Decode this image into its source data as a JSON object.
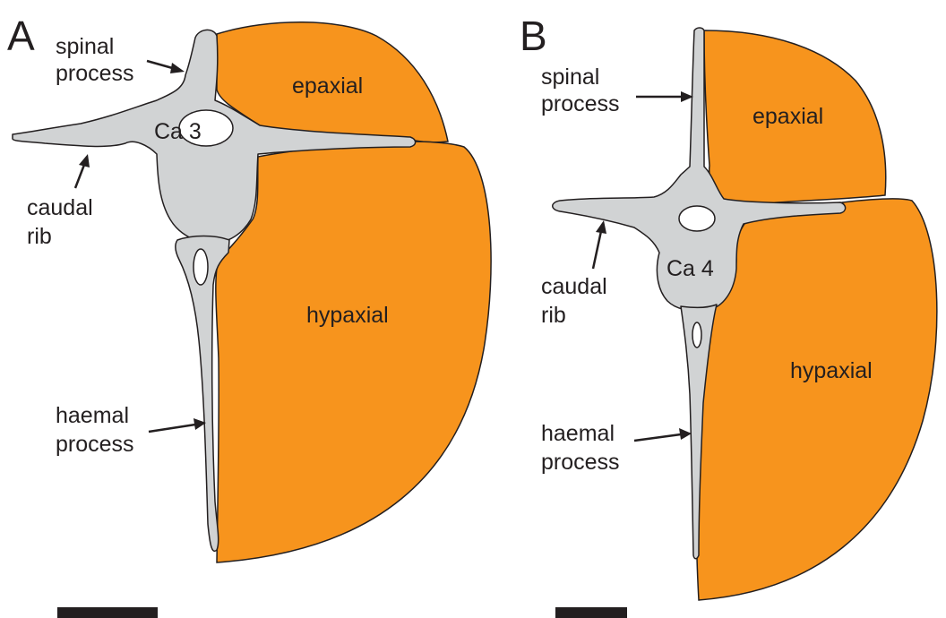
{
  "colors": {
    "muscle": "#f7941d",
    "bone": "#d1d3d4",
    "outline": "#231f20",
    "scale_bar": "#231f20"
  },
  "panels": [
    {
      "letter": "A",
      "vertebra": "Ca 3",
      "labels": {
        "spinal_process": [
          "spinal",
          "process"
        ],
        "caudal_rib": [
          "caudal",
          "rib"
        ],
        "haemal_process": [
          "haemal",
          "process"
        ],
        "epaxial": "epaxial",
        "hypaxial": "hypaxial"
      }
    },
    {
      "letter": "B",
      "vertebra": "Ca 4",
      "labels": {
        "spinal_process": [
          "spinal",
          "process"
        ],
        "caudal_rib": [
          "caudal",
          "rib"
        ],
        "haemal_process": [
          "haemal",
          "process"
        ],
        "epaxial": "epaxial",
        "hypaxial": "hypaxial"
      }
    }
  ]
}
